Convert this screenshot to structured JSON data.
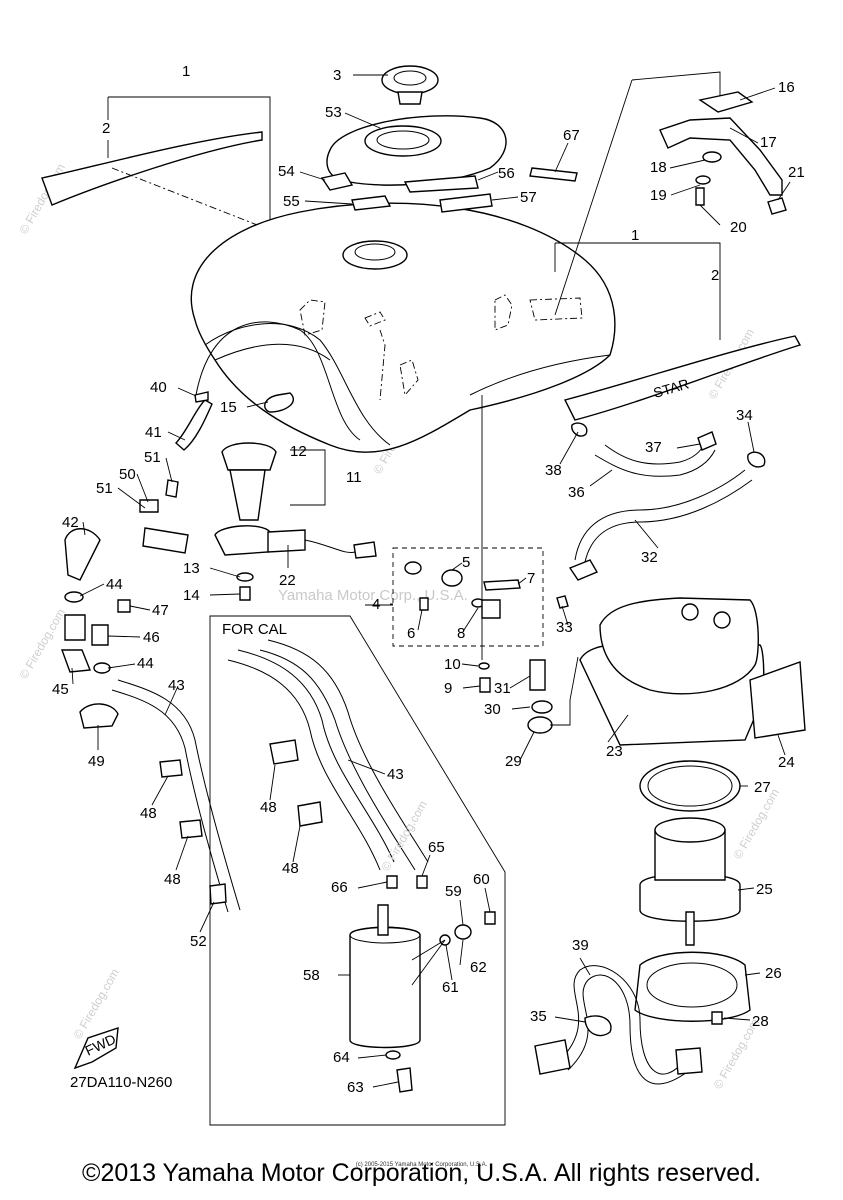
{
  "diagram": {
    "model_code": "27DA110-N260",
    "fwd_label": "FWD",
    "cal_label": "FOR CAL",
    "star_text": "STAR",
    "center_watermark": "Yamaha Motor Corp., U.S.A.",
    "side_watermark": "© Firedog.com",
    "footer": "©2013 Yamaha Motor Corporation, U.S.A. All rights reserved.",
    "footer_tiny": "(c) 2005-2015 Yamaha Motor Corporation, U.S.A.",
    "callouts": {
      "c1a": "1",
      "c2a": "2",
      "c3": "3",
      "c53": "53",
      "c16": "16",
      "c17": "17",
      "c18": "18",
      "c19": "19",
      "c20": "20",
      "c21": "21",
      "c54": "54",
      "c55": "55",
      "c56": "56",
      "c57": "57",
      "c67": "67",
      "c1b": "1",
      "c2b": "2",
      "c40": "40",
      "c15": "15",
      "c41": "41",
      "c12": "12",
      "c11": "11",
      "c51a": "51",
      "c50": "50",
      "c51b": "51",
      "c42": "42",
      "c13": "13",
      "c14": "14",
      "c22": "22",
      "c44a": "44",
      "c47": "47",
      "c46": "46",
      "c44b": "44",
      "c45": "45",
      "c43a": "43",
      "c49": "49",
      "c48a": "48",
      "c48b": "48",
      "c52": "52",
      "c5": "5",
      "c7": "7",
      "c4": "4",
      "c6": "6",
      "c8": "8",
      "c33": "33",
      "c10": "10",
      "c9": "9",
      "c31": "31",
      "c30": "30",
      "c29": "29",
      "c37": "37",
      "c34": "34",
      "c38": "38",
      "c36": "36",
      "c32": "32",
      "c23": "23",
      "c24": "24",
      "c27": "27",
      "c25": "25",
      "c26": "26",
      "c28": "28",
      "c39": "39",
      "c35": "35",
      "c43b": "43",
      "c48c": "48",
      "c48d": "48",
      "c65": "65",
      "c66": "66",
      "c60": "60",
      "c59": "59",
      "c58": "58",
      "c61": "61",
      "c62": "62",
      "c64": "64",
      "c63": "63"
    }
  }
}
